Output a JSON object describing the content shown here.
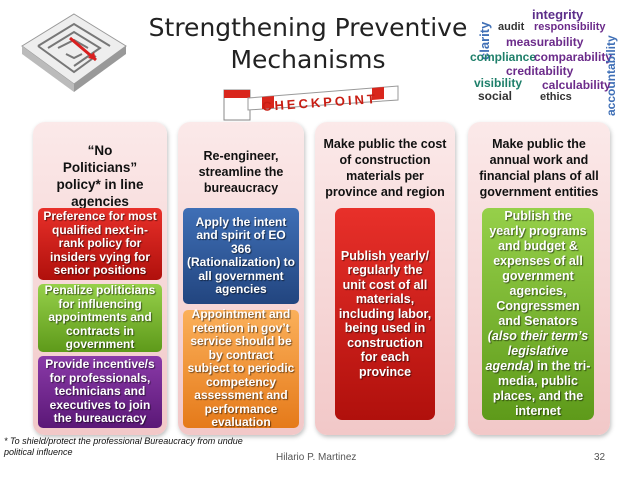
{
  "slide": {
    "title_line1": "Strengthening Preventive",
    "title_line2": "Mechanisms",
    "checkpoint_label": "CHECKPOINT",
    "word_cloud": [
      "integrity",
      "clarity",
      "audit",
      "responsibility",
      "measurability",
      "compliance",
      "comparability",
      "accountability",
      "creditability",
      "visibility",
      "calculability",
      "social",
      "ethics"
    ],
    "columns": [
      {
        "heading": "“No Politicians” policy* in line agencies",
        "boxes": [
          "Preference for most qualified next-in-rank policy for insiders vying for senior positions",
          "Penalize politicians for influencing appointments and contracts in government",
          "Provide incentive/s for professionals, technicians and executives to join the bureaucracy"
        ]
      },
      {
        "heading": "Re-engineer, streamline the bureaucracy",
        "boxes": [
          "Apply the intent and spirit of EO 366 (Rationalization) to all government agencies",
          "Appointment and retention in gov’t service should be by contract subject to periodic competency assessment and performance evaluation"
        ]
      },
      {
        "heading": "Make public the cost of construction materials per province and region",
        "boxes": [
          "Publish yearly/ regularly the unit cost of all materials, including labor, being used in construction for each province"
        ]
      },
      {
        "heading": "Make public the annual work and financial plans of all government entities",
        "box_part1": "Publish the yearly programs and budget & expenses of all government agencies, Congressmen and Senators ",
        "box_italic": "(also their term’s legislative agenda)",
        "box_part2": " in the tri-media, public places, and the internet"
      }
    ],
    "footnote": "* To shield/protect the professional Bureaucracy from undue political influence",
    "author": "Hilario P. Martinez",
    "page_number": "32",
    "colors": {
      "red": "#c8201a",
      "green": "#78b832",
      "purple": "#6e2690",
      "orange": "#f29630",
      "blue": "#2e5a9c",
      "column_bg": "#f6d6d6"
    }
  }
}
